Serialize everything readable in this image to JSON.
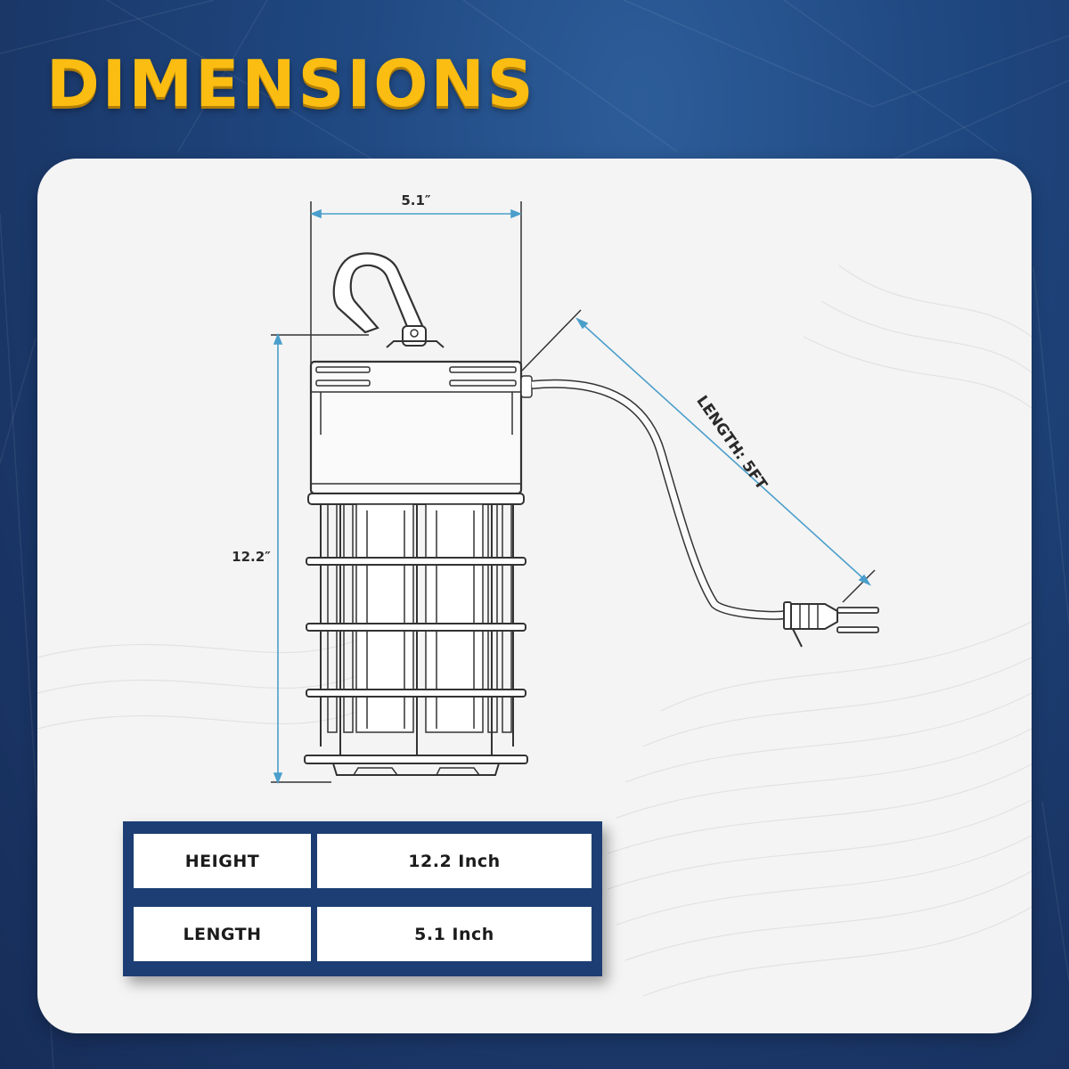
{
  "title": "DIMENSIONS",
  "drawing": {
    "width_label": "5.1″",
    "height_label": "12.2″",
    "cord_label": "LENGTH: 5FT"
  },
  "specs": {
    "rows": [
      {
        "label": "HEIGHT",
        "value": "12.2 Inch"
      },
      {
        "label": "LENGTH",
        "value": "5.1 Inch"
      }
    ]
  },
  "colors": {
    "title": "#fbbd12",
    "background": "#1f4780",
    "dimension_line": "#4a9ecb",
    "table_border": "#1c3e74"
  }
}
